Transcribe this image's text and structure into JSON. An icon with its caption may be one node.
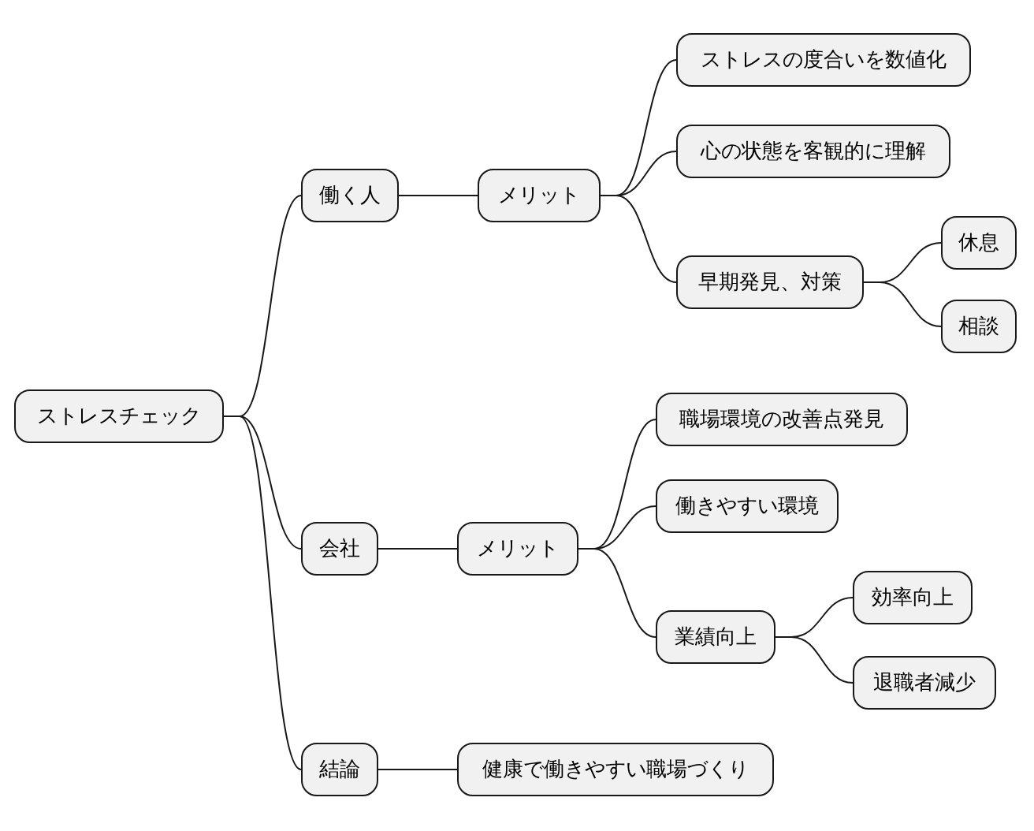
{
  "diagram": {
    "nodes": [
      {
        "text": [
          "ストレスチェック"
        ]
      },
      {
        "text": [
          "働く人"
        ]
      },
      {
        "text": [
          "メリット"
        ]
      },
      {
        "text": [
          "ストレスの度合いを数値化"
        ]
      },
      {
        "text": [
          "心の状態を客観的に理解"
        ]
      },
      {
        "text": [
          "早期発見、対策"
        ]
      },
      {
        "text": [
          "休息"
        ]
      },
      {
        "text": [
          "相談"
        ]
      },
      {
        "text": [
          "会社"
        ]
      },
      {
        "text": [
          "メリット"
        ]
      },
      {
        "text": [
          "職場環境の改善点発見"
        ]
      },
      {
        "text": [
          "働きやすい環境"
        ]
      },
      {
        "text": [
          "業績向上"
        ]
      },
      {
        "text": [
          "効率向上"
        ]
      },
      {
        "text": [
          "退職者減少"
        ]
      },
      {
        "text": [
          "結論"
        ]
      },
      {
        "text": [
          "健康で働きやすい職場づくり"
        ]
      }
    ],
    "edges": [
      {
        "from": 0,
        "to": 1,
        "arrow": "none"
      },
      {
        "from": 1,
        "to": 2,
        "arrow": "none"
      },
      {
        "from": 2,
        "to": 3,
        "arrow": "none"
      },
      {
        "from": 2,
        "to": 4,
        "arrow": "none"
      },
      {
        "from": 2,
        "to": 5,
        "arrow": "none"
      },
      {
        "from": 5,
        "to": 6,
        "arrow": "none"
      },
      {
        "from": 5,
        "to": 7,
        "arrow": "none"
      },
      {
        "from": 0,
        "to": 8,
        "arrow": "none"
      },
      {
        "from": 8,
        "to": 9,
        "arrow": "none"
      },
      {
        "from": 9,
        "to": 10,
        "arrow": "none"
      },
      {
        "from": 9,
        "to": 11,
        "arrow": "none"
      },
      {
        "from": 9,
        "to": 12,
        "arrow": "none"
      },
      {
        "from": 12,
        "to": 13,
        "arrow": "none"
      },
      {
        "from": 12,
        "to": 14,
        "arrow": "none"
      },
      {
        "from": 0,
        "to": 15,
        "arrow": "none"
      },
      {
        "from": 15,
        "to": 16,
        "arrow": "none"
      }
    ]
  }
}
